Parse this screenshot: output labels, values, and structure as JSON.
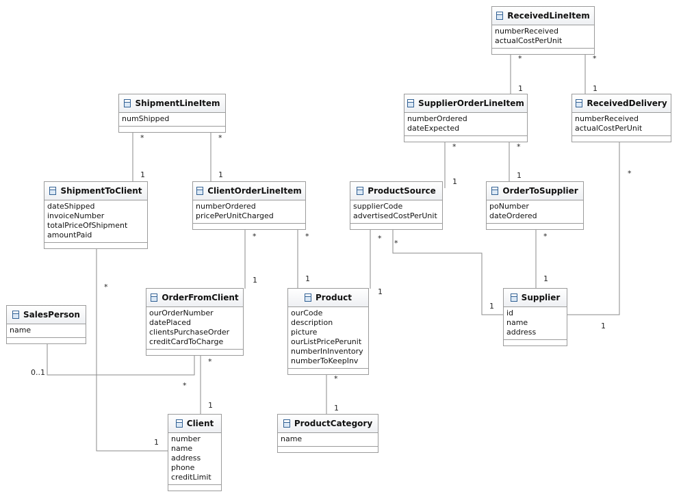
{
  "classes": {
    "received_line_item": {
      "name": "ReceivedLineItem",
      "attributes": [
        "numberReceived",
        "actualCostPerUnit"
      ]
    },
    "shipment_line_item": {
      "name": "ShipmentLineItem",
      "attributes": [
        "numShipped"
      ]
    },
    "supplier_order_line_item": {
      "name": "SupplierOrderLineItem",
      "attributes": [
        "numberOrdered",
        "dateExpected"
      ]
    },
    "received_delivery": {
      "name": "ReceivedDelivery",
      "attributes": [
        "numberReceived",
        "actualCostPerUnit"
      ]
    },
    "shipment_to_client": {
      "name": "ShipmentToClient",
      "attributes": [
        "dateShipped",
        "invoiceNumber",
        "totalPriceOfShipment",
        "amountPaid"
      ]
    },
    "client_order_line_item": {
      "name": "ClientOrderLineItem",
      "attributes": [
        "numberOrdered",
        "pricePerUnitCharged"
      ]
    },
    "product_source": {
      "name": "ProductSource",
      "attributes": [
        "supplierCode",
        "advertisedCostPerUnit"
      ]
    },
    "order_to_supplier": {
      "name": "OrderToSupplier",
      "attributes": [
        "poNumber",
        "dateOrdered"
      ]
    },
    "sales_person": {
      "name": "SalesPerson",
      "attributes": [
        "name"
      ]
    },
    "order_from_client": {
      "name": "OrderFromClient",
      "attributes": [
        "ourOrderNumber",
        "datePlaced",
        "clientsPurchaseOrder",
        "creditCardToCharge"
      ]
    },
    "product": {
      "name": "Product",
      "attributes": [
        "ourCode",
        "description",
        "picture",
        "ourListPricePerunit",
        "numberInInventory",
        "numberToKeepInv"
      ]
    },
    "supplier": {
      "name": "Supplier",
      "attributes": [
        "id",
        "name",
        "address"
      ]
    },
    "client": {
      "name": "Client",
      "attributes": [
        "number",
        "name",
        "address",
        "phone",
        "creditLimit"
      ]
    },
    "product_category": {
      "name": "ProductCategory",
      "attributes": [
        "name"
      ]
    }
  },
  "multiplicities": {
    "rli_sol_top": "*",
    "rli_sol_bottom": "1",
    "rli_rd_top": "*",
    "rli_rd_bottom": "1",
    "sli_stc_top": "*",
    "sli_stc_bottom": "1",
    "sli_coli_top": "*",
    "sli_coli_bottom": "1",
    "sol_ps_top": "*",
    "sol_ps_bottom": "1",
    "sol_ots_top": "*",
    "sol_ots_bottom": "1",
    "rd_sup_top": "*",
    "rd_sup_bottom": "1",
    "stc_client_top": "*",
    "stc_client_bottom": "1",
    "coli_ofc_top": "*",
    "coli_ofc_bottom": "1",
    "coli_prod_top": "*",
    "coli_prod_bottom": "1",
    "ps_prod_top": "*",
    "ps_prod_bottom": "1",
    "ps_sup_top": "*",
    "ps_sup_bottom": "1",
    "ots_sup_top": "*",
    "ots_sup_bottom": "1",
    "sp_ofc_left": "0..1",
    "sp_ofc_right": "*",
    "ofc_client_top": "*",
    "ofc_client_bottom": "1",
    "prod_cat_top": "*",
    "prod_cat_bottom": "1"
  }
}
